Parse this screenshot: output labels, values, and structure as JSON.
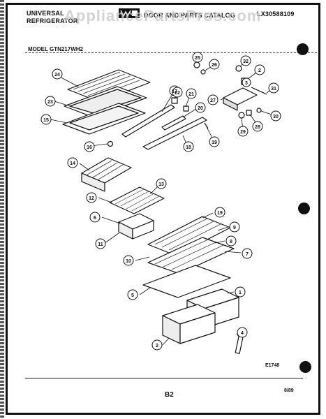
{
  "header": {
    "left_line1": "UNIVERSAL",
    "left_line2": "REFRIGERATOR",
    "center_text": "DOOR AND PARTS CATALOG",
    "right_code": "LX30588109"
  },
  "watermark": "AppliancePartsPros.com",
  "model_label": "MODEL GTN217WH2",
  "figure_code": "E1748",
  "page_number": "B2",
  "date_code": "8/89",
  "callouts": [
    "1",
    "2",
    "3",
    "4",
    "5",
    "6",
    "7",
    "8",
    "9",
    "10",
    "11",
    "12",
    "13",
    "14",
    "15",
    "16",
    "17",
    "18",
    "19",
    "20",
    "21",
    "22",
    "23",
    "24",
    "25",
    "26",
    "27",
    "28",
    "29",
    "30",
    "31",
    "32"
  ]
}
